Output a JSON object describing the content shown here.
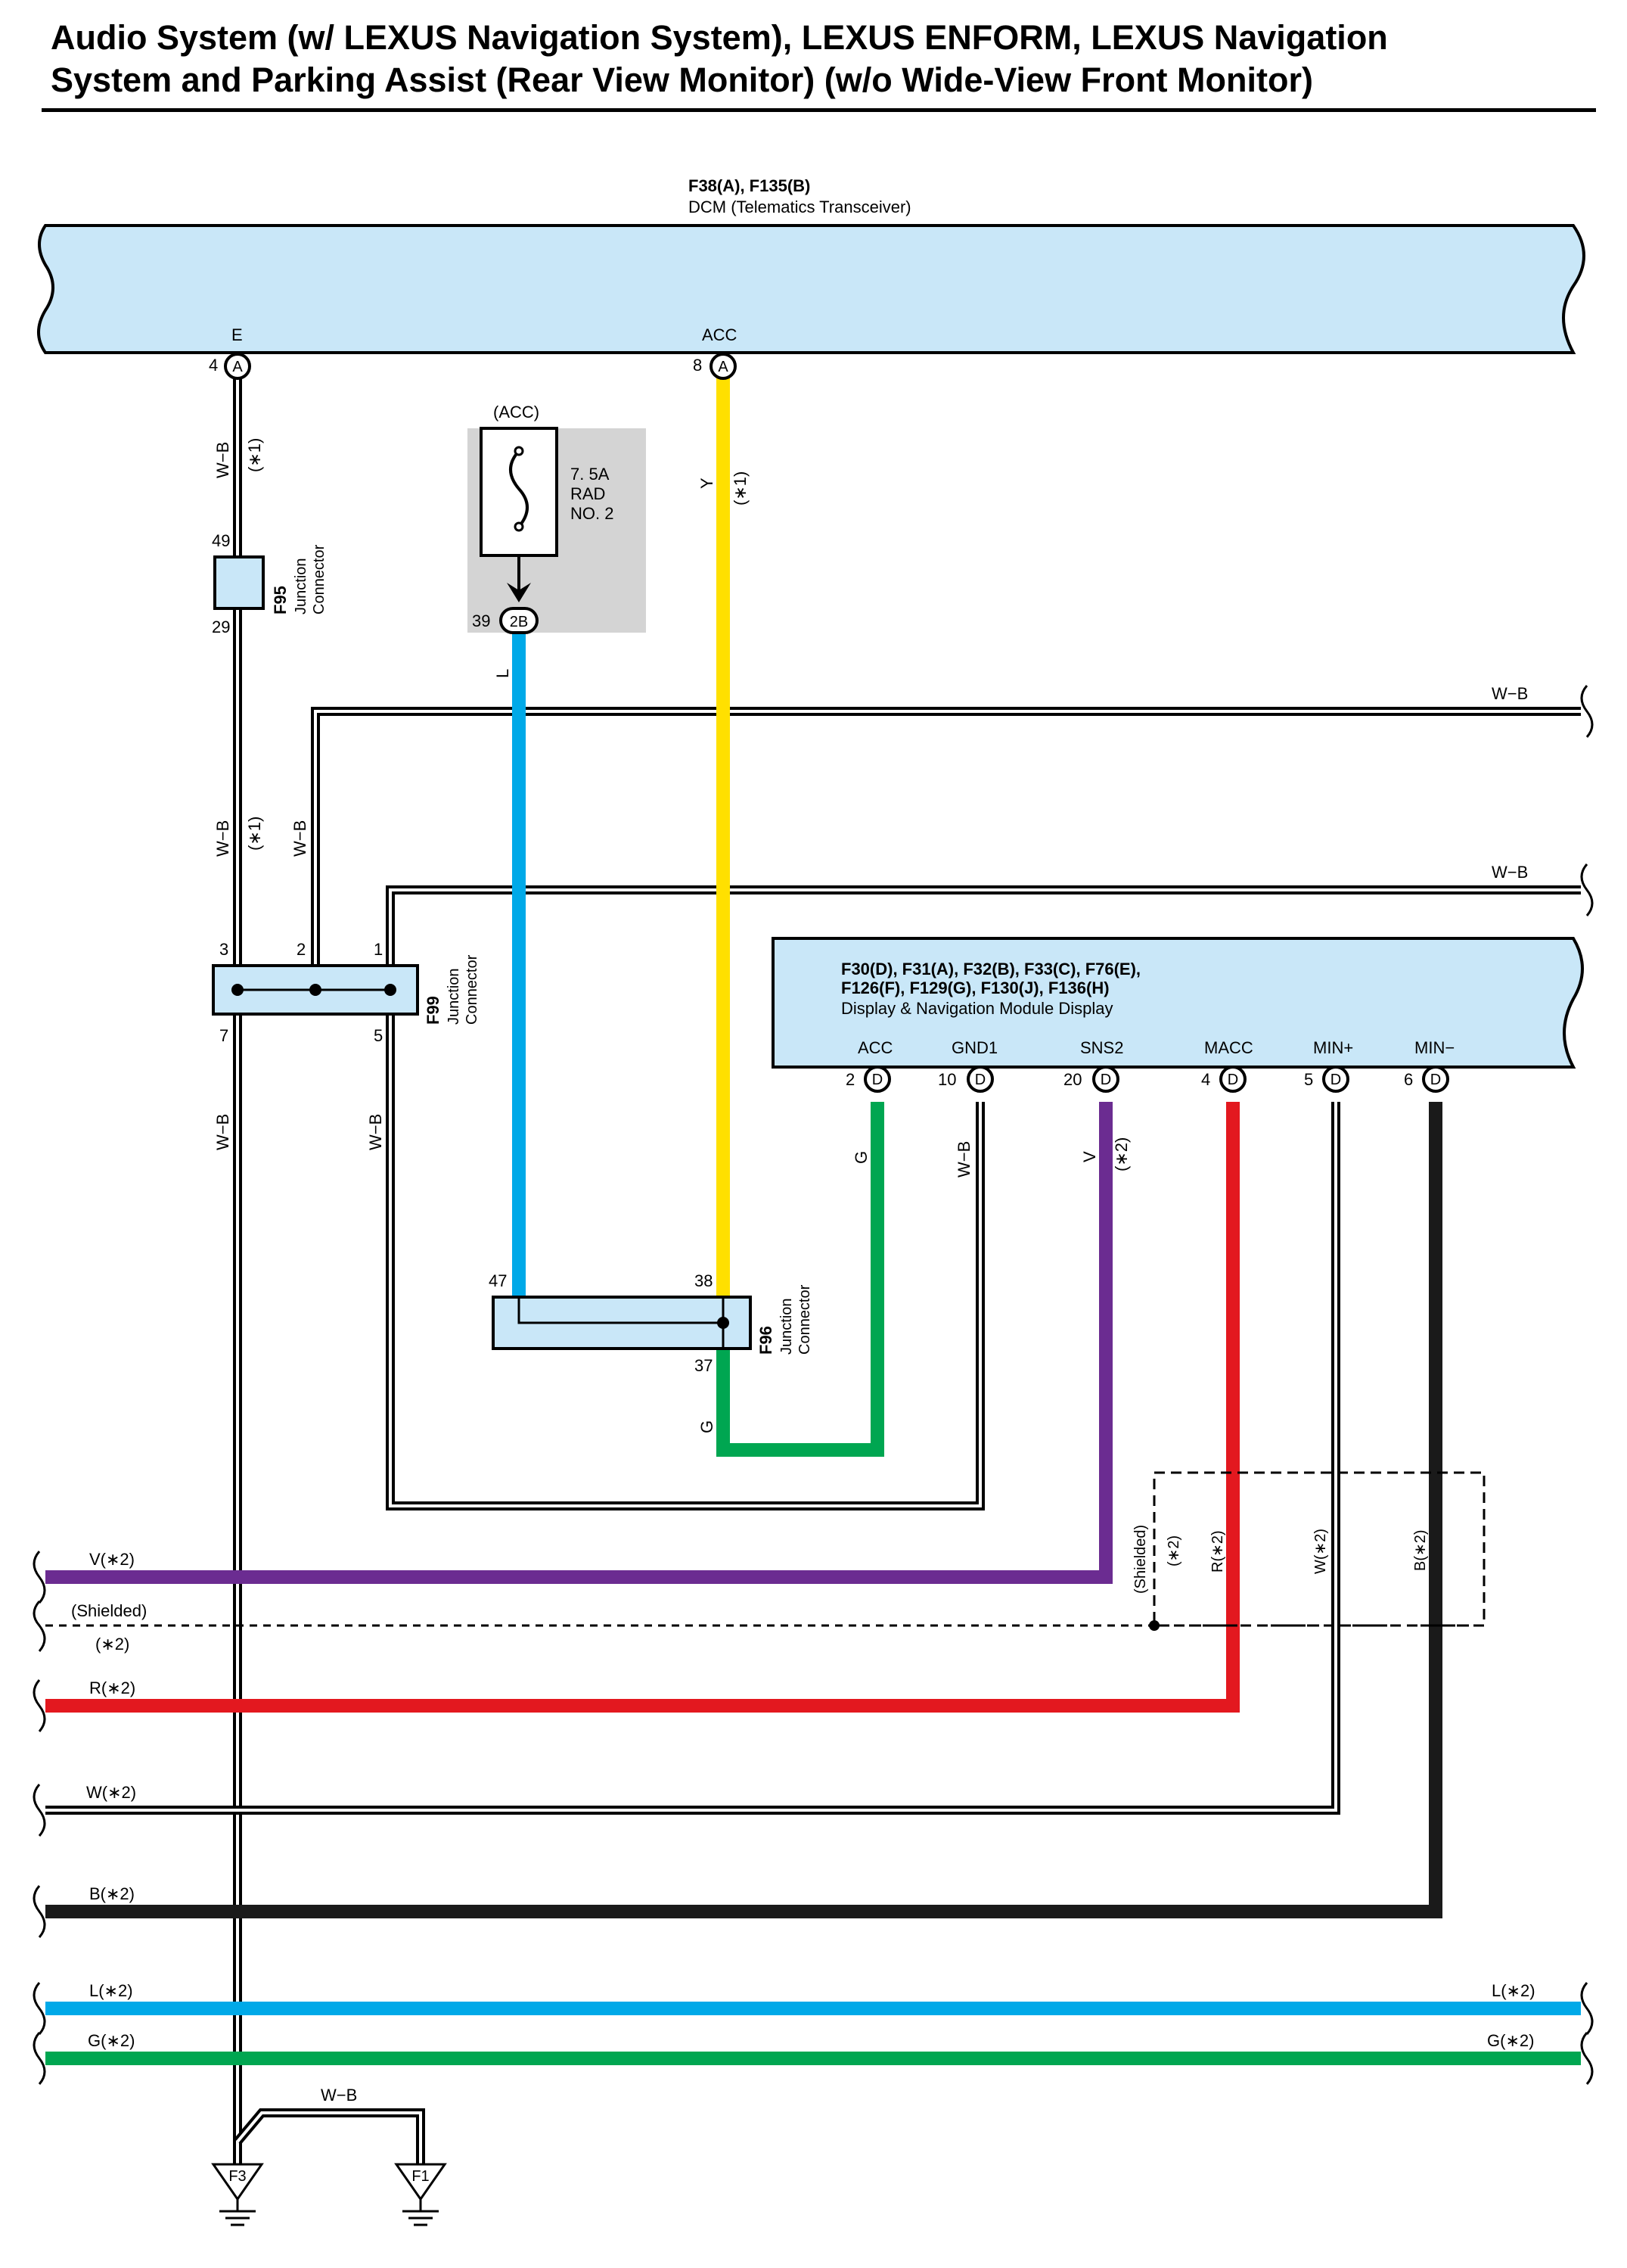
{
  "title": {
    "line1": "Audio System (w/ LEXUS Navigation System), LEXUS ENFORM, LEXUS Navigation",
    "line2": "System and Parking Assist (Rear View Monitor) (w/o Wide-View Front Monitor)"
  },
  "dcm": {
    "connector_codes": "F38(A), F135(B)",
    "name": "DCM (Telematics Transceiver)",
    "pins": [
      {
        "label": "E",
        "number": "4",
        "connector": "A"
      },
      {
        "label": "ACC",
        "number": "8",
        "connector": "A"
      }
    ]
  },
  "fuse": {
    "circuit": "(ACC)",
    "rating": "7. 5A",
    "name_line1": "RAD",
    "name_line2": "NO. 2",
    "pin_number": "39",
    "pin_connector": "2B"
  },
  "junction_f95": {
    "code": "F95",
    "label_line1": "Junction",
    "label_line2": "Connector",
    "pin_top": "49",
    "pin_bottom": "29"
  },
  "junction_f99": {
    "code": "F99",
    "label_line1": "Junction",
    "label_line2": "Connector",
    "pins_top": [
      "3",
      "2",
      "1"
    ],
    "pins_bottom": [
      "7",
      "5"
    ]
  },
  "junction_f96": {
    "code": "F96",
    "label_line1": "Junction",
    "label_line2": "Connector",
    "pin_left": "47",
    "pin_right": "38",
    "pin_bottom": "37"
  },
  "display_module": {
    "connector_codes_line1": "F30(D), F31(A), F32(B), F33(C), F76(E),",
    "connector_codes_line2": "F126(F), F129(G), F130(J), F136(H)",
    "name": "Display & Navigation Module Display",
    "pins": [
      {
        "label": "ACC",
        "number": "2",
        "connector": "D"
      },
      {
        "label": "GND1",
        "number": "10",
        "connector": "D"
      },
      {
        "label": "SNS2",
        "number": "20",
        "connector": "D"
      },
      {
        "label": "MACC",
        "number": "4",
        "connector": "D"
      },
      {
        "label": "MIN+",
        "number": "5",
        "connector": "D"
      },
      {
        "label": "MIN−",
        "number": "6",
        "connector": "D"
      }
    ]
  },
  "wire_labels": {
    "wb": "W−B",
    "star1": "(∗1)",
    "star2": "(∗2)",
    "y": "Y",
    "l": "L",
    "g": "G",
    "v": "V",
    "shielded": "(Shielded)",
    "r_star2": "R(∗2)",
    "w_star2": "W(∗2)",
    "b_star2": "B(∗2)",
    "v_star2": "V(∗2)",
    "l_star2": "L(∗2)",
    "g_star2": "G(∗2)"
  },
  "grounds": [
    "F3",
    "F1"
  ],
  "colors": {
    "body_fill": "#c9e7f8",
    "fuse_bg": "#d4d4d4",
    "yellow": "#ffe000",
    "blue": "#00a9e8",
    "green": "#00a651",
    "purple": "#6b2c91",
    "red": "#e3181f",
    "black": "#1a1a1a"
  }
}
